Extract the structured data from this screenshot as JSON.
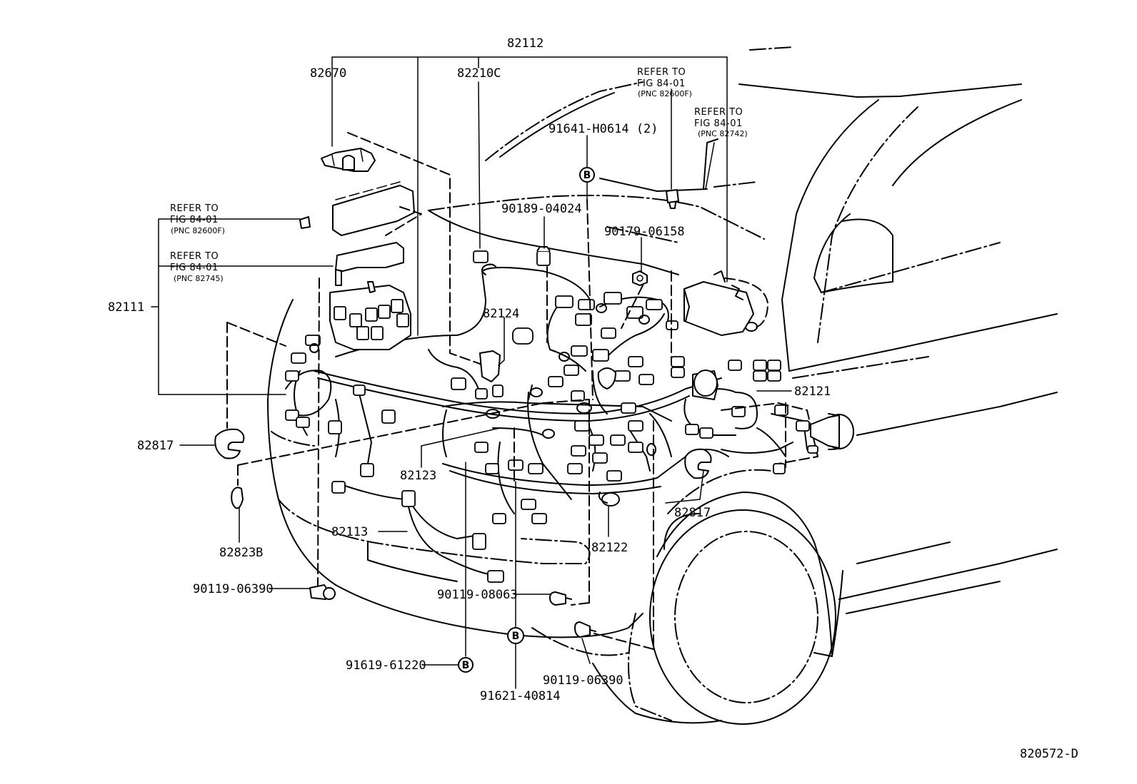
{
  "diagram": {
    "drawing_number": "820572-D",
    "callouts": {
      "c82112": "82112",
      "c82670": "82670",
      "c82210C": "82210C",
      "c82111": "82111",
      "c82124": "82124",
      "c82121": "82121",
      "c82817_left": "82817",
      "c82817_right": "82817",
      "c82123": "82123",
      "c82823B": "82823B",
      "c82113": "82113",
      "c82122": "82122",
      "c90189": "90189-04024",
      "c90179": "90179-06158",
      "c91641": "91641-H0614 (2)",
      "c90119_a": "90119-06390",
      "c90119_b": "90119-08063",
      "c90119_c": "90119-06390",
      "c91619": "91619-61220",
      "c91621": "91621-40814"
    },
    "markers": {
      "b1": "B",
      "b2": "B",
      "b3": "B"
    },
    "refer_notes": [
      {
        "line1": "REFER TO",
        "line2": "FIG 84-01",
        "line3": "(PNC 82600F)"
      },
      {
        "line1": "REFER TO",
        "line2": "FIG 84-01",
        "line3": "(PNC 82742)"
      },
      {
        "line1": "REFER TO",
        "line2": "FIG 84-01",
        "line3": "(PNC 82600F)"
      },
      {
        "line1": "REFER TO",
        "line2": "FIG 84-01",
        "line3": "(PNC 82745)"
      }
    ]
  }
}
